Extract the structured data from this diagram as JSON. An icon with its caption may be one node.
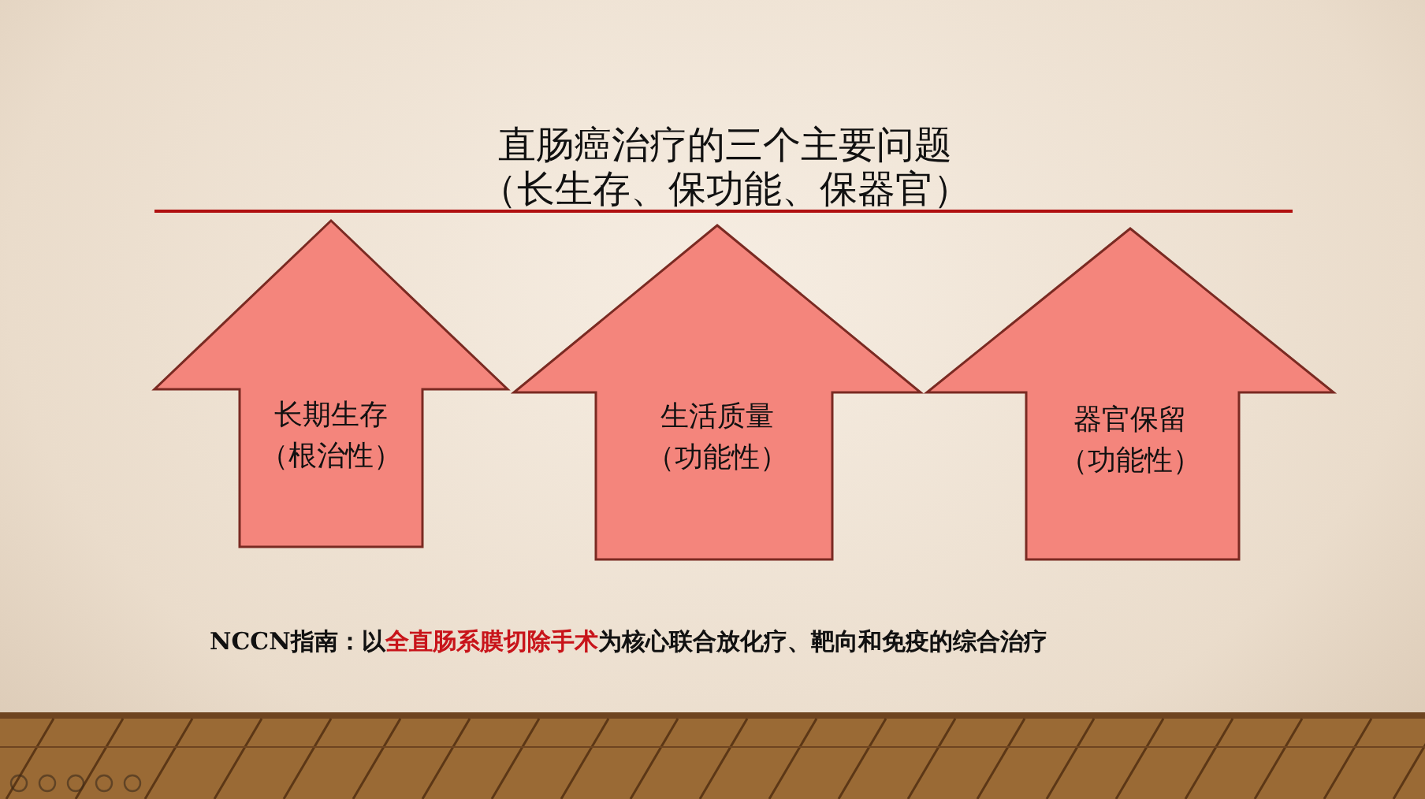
{
  "diagram": {
    "title": "直肠癌治疗的三个主要问题",
    "nodes": [
      {
        "text": [
          "长期生存",
          "（根治性）"
        ]
      },
      {
        "text": [
          "生活质量",
          "（功能性）"
        ]
      },
      {
        "text": [
          "器官保留",
          "（功能性）"
        ]
      }
    ],
    "labels": [
      "（长生存、保功能、保器官）",
      "NCCN指南：以**全直肠系膜切除手术**为核心联合放化疗、靶向和免疫的综合治疗"
    ]
  }
}
